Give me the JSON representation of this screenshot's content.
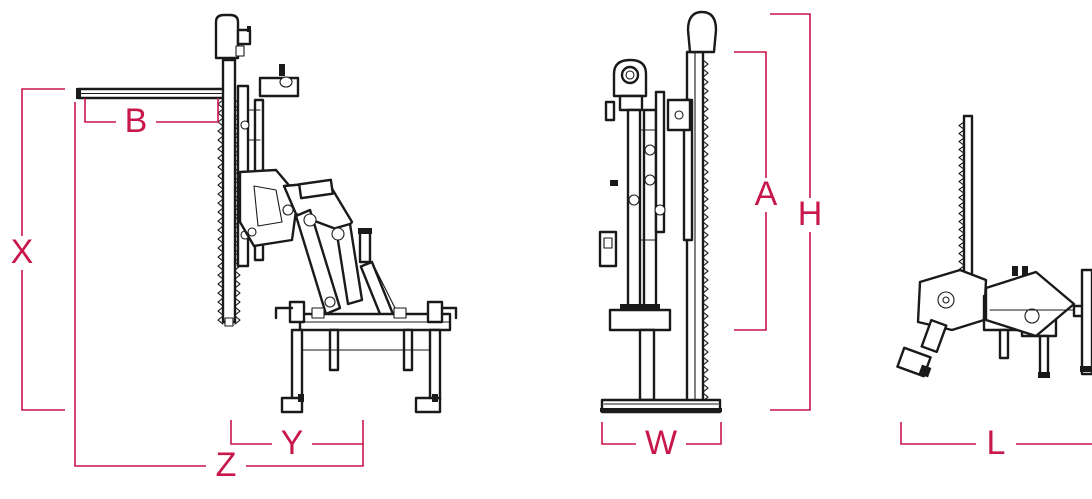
{
  "colors": {
    "accent": "#c8174b",
    "ink": "#1a1a1a",
    "background": "#ffffff"
  },
  "labels": {
    "B": "B",
    "X": "X",
    "Y": "Y",
    "Z": "Z",
    "W": "W",
    "A": "A",
    "H": "H",
    "L": "L"
  }
}
